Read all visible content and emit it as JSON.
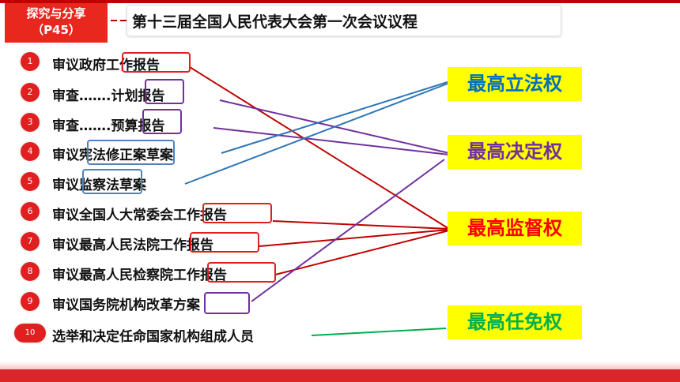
{
  "tag": {
    "line1": "探究与分享",
    "line2": "（P45）"
  },
  "title": "第十三届全国人民代表大会第一次会议议程",
  "items": [
    {
      "num": "1",
      "text": "审议政府工作报告"
    },
    {
      "num": "2",
      "text": "审查…….计划报告"
    },
    {
      "num": "3",
      "text": "审查…….预算报告"
    },
    {
      "num": "4",
      "text": "审议宪法修正案草案"
    },
    {
      "num": "5",
      "text": "审议监察法草案"
    },
    {
      "num": "6",
      "text": "审议全国人大常委会工作报告"
    },
    {
      "num": "7",
      "text": "审议最高人民法院工作报告"
    },
    {
      "num": "8",
      "text": "审议最高人民检察院工作报告"
    },
    {
      "num": "9",
      "text": "审议国务院机构改革方案"
    },
    {
      "num": "10",
      "text": "选举和决定任命国家机构组成人员"
    }
  ],
  "powers": [
    {
      "label": "最高立法权",
      "color": "#0070c0"
    },
    {
      "label": "最高决定权",
      "color": "#7030a0"
    },
    {
      "label": "最高监督权",
      "color": "#ff0000"
    },
    {
      "label": "最高任免权",
      "color": "#00b050"
    }
  ],
  "colors": {
    "accent": "#e8281f",
    "link_red": "#c00000",
    "link_purple": "#7030a0",
    "link_blue": "#2e75b6",
    "link_green": "#00b050"
  }
}
